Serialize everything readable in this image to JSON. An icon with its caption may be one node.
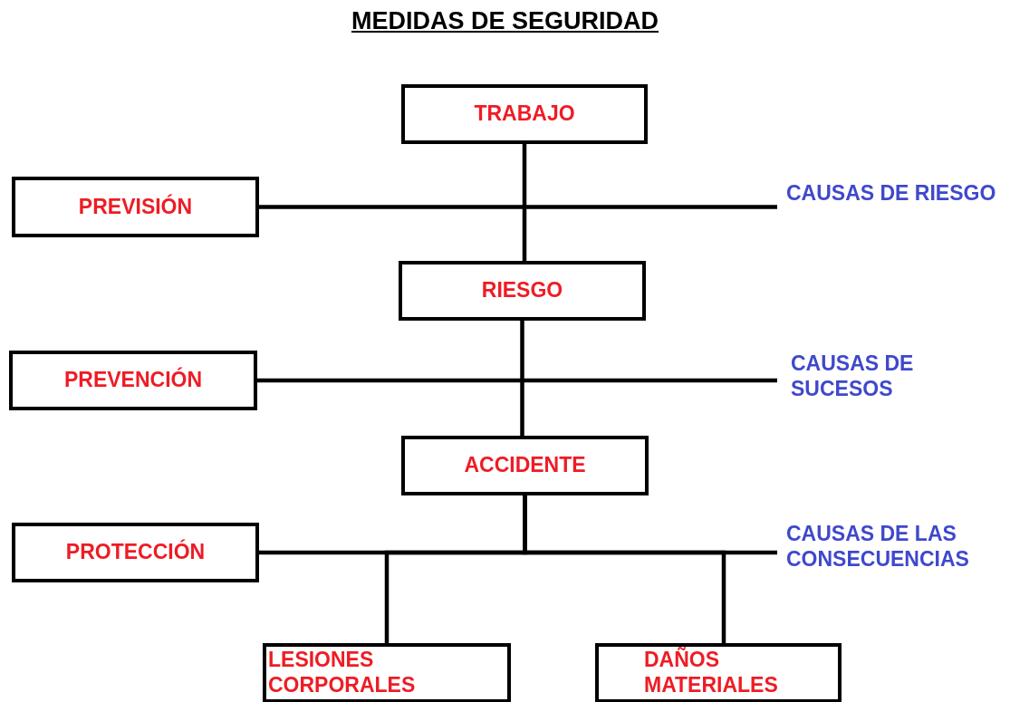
{
  "diagram": {
    "title": "MEDIDAS DE SEGURIDAD",
    "nodes": [
      {
        "text": [
          "TRABAJO"
        ]
      },
      {
        "text": [
          "PREVISIÓN"
        ]
      },
      {
        "text": [
          "CAUSAS DE RIESGO"
        ]
      },
      {
        "text": [
          "RIESGO"
        ]
      },
      {
        "text": [
          "PREVENCIÓN"
        ]
      },
      {
        "text": [
          "CAUSAS DE SUCESOS"
        ]
      },
      {
        "text": [
          "ACCIDENTE"
        ]
      },
      {
        "text": [
          "PROTECCIÓN"
        ]
      },
      {
        "text": [
          "CAUSAS DE LAS CONSECUENCIAS"
        ]
      },
      {
        "text": [
          "LESIONES CORPORALES"
        ]
      },
      {
        "text": [
          "DAÑOS MATERIALES"
        ]
      }
    ],
    "edges": [
      {
        "from": 0,
        "to": 3,
        "arrow": "none"
      },
      {
        "from": 1,
        "to": 2,
        "arrow": "none"
      },
      {
        "from": 3,
        "to": 6,
        "arrow": "none"
      },
      {
        "from": 4,
        "to": 5,
        "arrow": "none"
      },
      {
        "from": 6,
        "to": 9,
        "arrow": "none"
      },
      {
        "from": 6,
        "to": 10,
        "arrow": "none"
      },
      {
        "from": 7,
        "to": 8,
        "arrow": "none"
      }
    ]
  }
}
